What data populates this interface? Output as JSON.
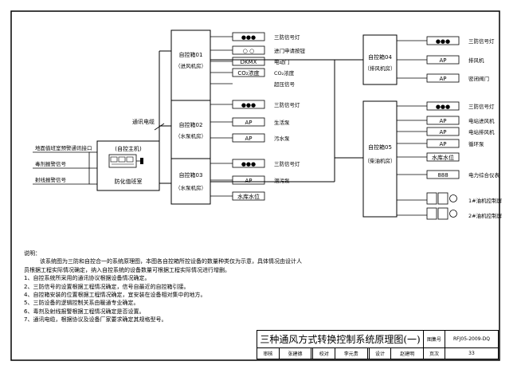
{
  "cabinets": [
    {
      "id": "01",
      "name": "自控箱01",
      "room": "（进风机房）"
    },
    {
      "id": "02",
      "name": "自控箱02",
      "room": "（水泵机房）"
    },
    {
      "id": "03",
      "name": "自控箱03",
      "room": "（水泵机房）"
    },
    {
      "id": "04",
      "name": "自控箱04",
      "room": "（排风机房）"
    },
    {
      "id": "05",
      "name": "自控箱05",
      "room": "（柴油机房）"
    }
  ],
  "devices": {
    "c01": [
      {
        "box": "●●●",
        "label": "三防信号灯"
      },
      {
        "box": "○ ○",
        "label": "进门申请按钮"
      },
      {
        "box": "DKMX",
        "label": "电动门"
      },
      {
        "box": "CO₂浓度",
        "label": "CO₂浓度"
      },
      {
        "box": "",
        "label": "超压信号"
      }
    ],
    "c02": [
      {
        "box": "●●●",
        "label": "三防信号灯"
      },
      {
        "box": "AP",
        "label": "生活泵"
      },
      {
        "box": "AP",
        "label": "污水泵"
      }
    ],
    "c03": [
      {
        "box": "●●●",
        "label": "三防信号灯"
      },
      {
        "box": "AP",
        "label": "潜污泵"
      },
      {
        "box": "水库水位",
        "label": ""
      }
    ],
    "c04": [
      {
        "box": "●●●",
        "label": "三防信号灯"
      },
      {
        "box": "AP",
        "label": "排风机"
      },
      {
        "box": "AP",
        "label": "密闭阀门"
      }
    ],
    "c05": [
      {
        "box": "●●●",
        "label": "三防信号灯"
      },
      {
        "box": "AP",
        "label": "电站进风机"
      },
      {
        "box": "AP",
        "label": "电站排风机"
      },
      {
        "box": "AP",
        "label": "循环泵"
      },
      {
        "box": "水库水位",
        "label": ""
      },
      {
        "box": "888",
        "label": "电力综合仪表"
      },
      {
        "box": "",
        "label": "1#油机控制屏"
      },
      {
        "box": "",
        "label": "2#油机控制屏"
      }
    ]
  },
  "host": {
    "title": "(自控主机)",
    "room": "防化值班室"
  },
  "comm_cable": "通讯电缆",
  "inputs": [
    "地面值班室预警通讯接口",
    "毒剂报警信号",
    "射线报警信号"
  ],
  "notes": {
    "heading": "说明：",
    "intro_1": "该系统图为三防和自控合一的系统原理图，本图各自控箱所控设备的数量种类仅为示意，具体情况由设计人",
    "intro_2": "员根据工程实际情况确定，纳入自控系统的设备数量可根据工程实际情况进行增删。",
    "items": [
      "1、自控系统所采用的通讯协议根据设备情况确定。",
      "2、三防信号的设置根据工程情况确定，信号自最近的自控箱引接。",
      "4、自控箱安装的位置根据工程情况确定，宜安装在设备相对集中的地方。",
      "5、三防设备的逻辑控制关系由暖通专业确定。",
      "6、毒剂及射线报警根据工程情况确定是否设置。",
      "7、通讯电缆，根据协议及设备厂家要求确定其规格型号。"
    ]
  },
  "title_block": {
    "title": "三种通风方式转换控制系统原理图(一)",
    "atlas_label": "图集号",
    "atlas_no": "RFJ05-2009-DQ",
    "page_label": "页次",
    "page_no": "33",
    "review_label": "审核",
    "review_name": "张建德",
    "check_label": "校对",
    "check_name": "李元贵",
    "design_label": "设计",
    "design_name": "赵建明"
  },
  "colors": {
    "line": "#000000",
    "background": "#ffffff"
  }
}
